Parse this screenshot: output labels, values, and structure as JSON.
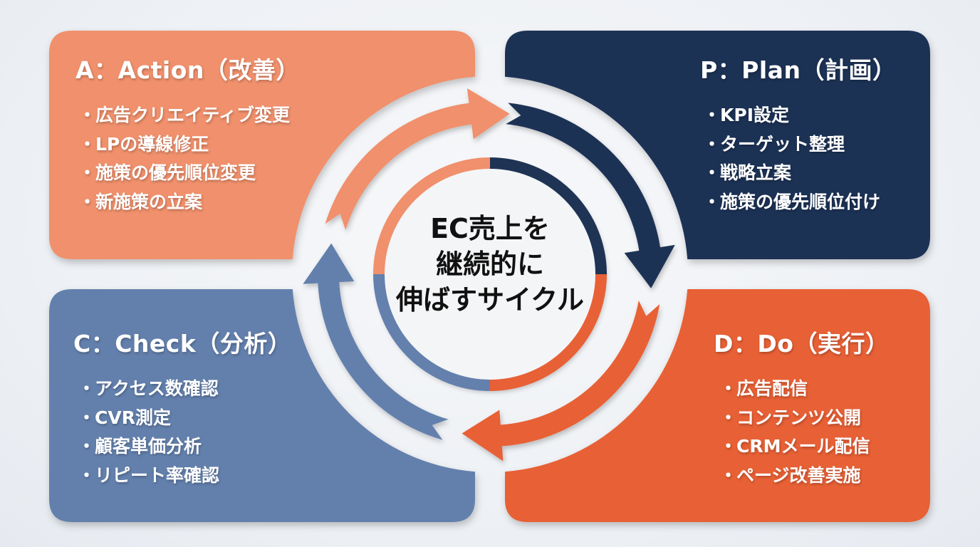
{
  "title": "EC売上を継続的に伸ばすサイクル",
  "center": {
    "lines": [
      "EC売上を",
      "継続的に",
      "伸ばすサイクル"
    ]
  },
  "colors": {
    "action": "#F0906C",
    "plan": "#1F3354",
    "check": "#6480AD",
    "do": "#E86035",
    "background": "#EEF1F5",
    "center_fill": "#F4F5F7",
    "text_light": "#FFFFFF",
    "text_dark": "#111111"
  },
  "bullet": "・",
  "phases": {
    "action": {
      "letter": "A",
      "title": "A：Action（改善）",
      "items": [
        "広告クリエイティブ変更",
        "LPの導線修正",
        "施策の優先順位変更",
        "新施策の立案"
      ]
    },
    "plan": {
      "letter": "P",
      "title": "P：Plan（計画）",
      "items": [
        "KPI設定",
        "ターゲット整理",
        "戦略立案",
        "施策の優先順位付け"
      ]
    },
    "check": {
      "letter": "C",
      "title": "C：Check（分析）",
      "items": [
        "アクセス数確認",
        "CVR測定",
        "顧客単価分析",
        "リピート率確認"
      ]
    },
    "do": {
      "letter": "D",
      "title": "D：Do（実行）",
      "items": [
        "広告配信",
        "コンテンツ公開",
        "CRMメール配信",
        "ページ改善実施"
      ]
    }
  },
  "cycle_order": [
    "plan",
    "do",
    "check",
    "action"
  ]
}
